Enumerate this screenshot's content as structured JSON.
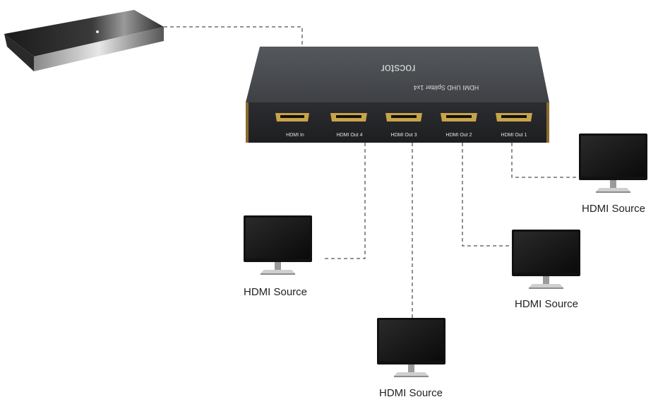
{
  "splitter": {
    "brand": "rocstor",
    "model": "HDMI UHD Splitter 1x4",
    "ports": [
      "HDMI In",
      "HDMI Out 4",
      "HDMI Out 3",
      "HDMI Out 2",
      "HDMI Out 1"
    ]
  },
  "displays": [
    {
      "label": "HDMI Source"
    },
    {
      "label": "HDMI Source"
    },
    {
      "label": "HDMI Source"
    },
    {
      "label": "HDMI Source"
    }
  ],
  "colors": {
    "splitter_body": "#3b3d40",
    "connector_line": "#555555",
    "port_gold": "#c9a34a"
  }
}
